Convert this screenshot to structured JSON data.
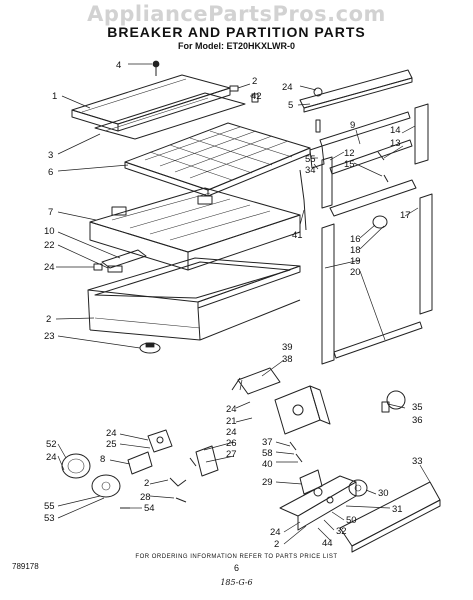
{
  "watermark": "AppliancePartsPros.com",
  "title": "BREAKER AND PARTITION PARTS",
  "model_line": "For Model: ET20HKXLWR-0",
  "footer_note": "FOR ORDERING INFORMATION REFER TO PARTS PRICE LIST",
  "doc_number": "789178",
  "page_number": "6",
  "handwritten_code": "185-G-6",
  "callouts": {
    "c4": "4",
    "c2a": "2",
    "c42": "42",
    "c24a": "24",
    "c5": "5",
    "c1": "1",
    "c3": "3",
    "c6": "6",
    "c9": "9",
    "c14": "14",
    "c13": "13",
    "c55a": "55",
    "c34": "34",
    "c12": "12",
    "c15": "15",
    "c17": "17",
    "c7": "7",
    "c10": "10",
    "c22": "22",
    "c24b": "24",
    "c41": "41",
    "c16": "16",
    "c18": "18",
    "c19": "19",
    "c20": "20",
    "c2b": "2",
    "c23": "23",
    "c39": "39",
    "c38": "38",
    "c35": "35",
    "c36": "36",
    "c24c": "24",
    "c21": "21",
    "c24d": "24",
    "c26": "26",
    "c27": "27",
    "c24e": "24",
    "c25": "25",
    "c52": "52",
    "c24f": "24",
    "c8": "8",
    "c37": "37",
    "c58": "58",
    "c40": "40",
    "c29": "29",
    "c33": "33",
    "c30": "30",
    "c31": "31",
    "c2c": "2",
    "c28": "28",
    "c55b": "55",
    "c53": "53",
    "c54": "54",
    "c50": "50",
    "c32": "32",
    "c24g": "24",
    "c2d": "2",
    "c44": "44"
  }
}
